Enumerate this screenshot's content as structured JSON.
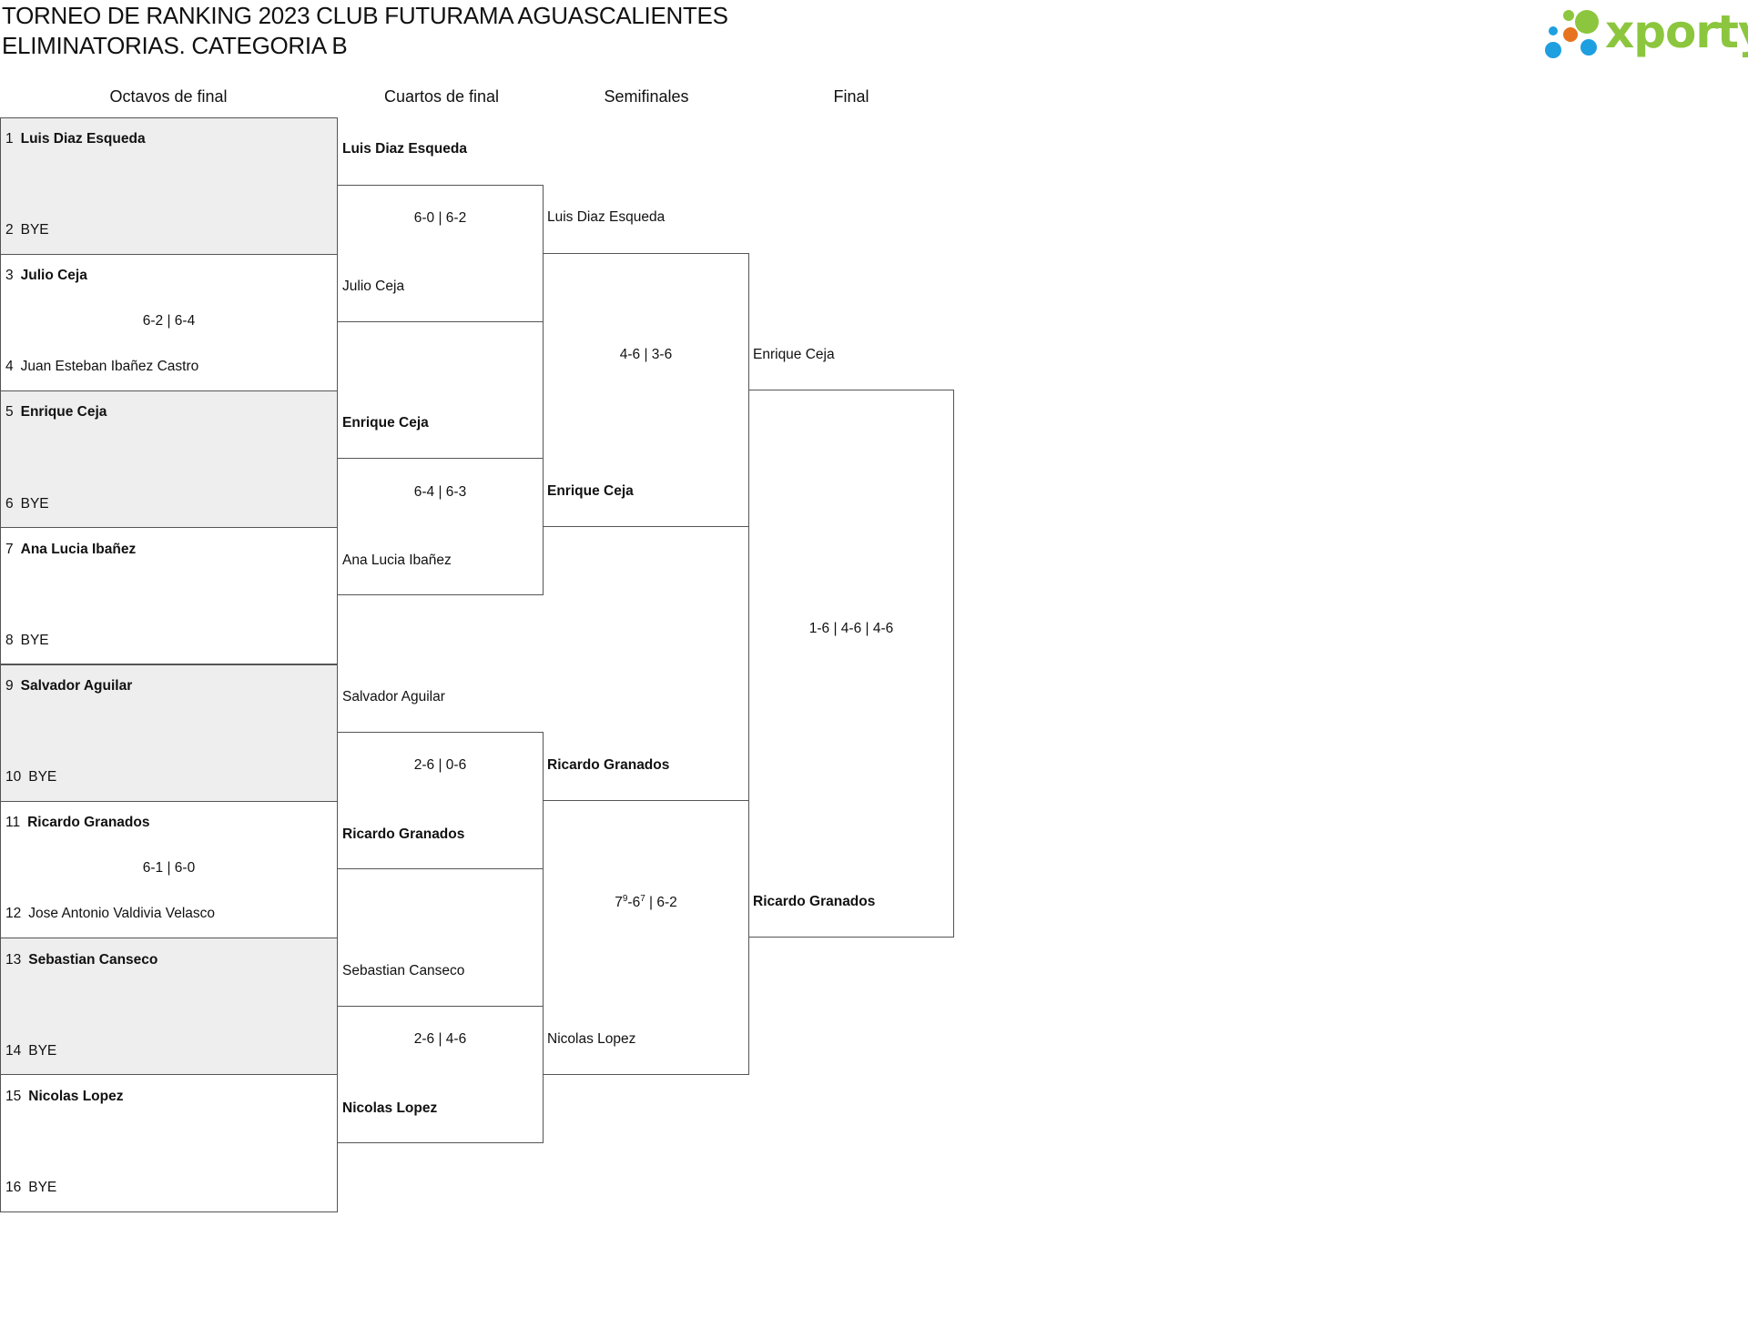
{
  "header": {
    "title_line1": "TORNEO DE RANKING 2023 CLUB FUTURAMA AGUASCALIENTES",
    "title_line2": "ELIMINATORIAS. CATEGORIA B",
    "logo_text": "xporty"
  },
  "rounds": [
    "Octavos de final",
    "Cuartos de final",
    "Semifinales",
    "Final"
  ],
  "r16": [
    {
      "seed_a": "1",
      "player_a": "Luis Diaz Esqueda",
      "seed_b": "2",
      "player_b": "BYE",
      "score": ""
    },
    {
      "seed_a": "3",
      "player_a": "Julio Ceja",
      "seed_b": "4",
      "player_b": "Juan Esteban Ibañez Castro",
      "score": "6-2 | 6-4"
    },
    {
      "seed_a": "5",
      "player_a": "Enrique Ceja",
      "seed_b": "6",
      "player_b": "BYE",
      "score": ""
    },
    {
      "seed_a": "7",
      "player_a": "Ana Lucia Ibañez",
      "seed_b": "8",
      "player_b": "BYE",
      "score": ""
    },
    {
      "seed_a": "9",
      "player_a": "Salvador Aguilar",
      "seed_b": "10",
      "player_b": "BYE",
      "score": ""
    },
    {
      "seed_a": "11",
      "player_a": "Ricardo Granados",
      "seed_b": "12",
      "player_b": "Jose Antonio Valdivia Velasco",
      "score": "6-1 | 6-0"
    },
    {
      "seed_a": "13",
      "player_a": "Sebastian Canseco",
      "seed_b": "14",
      "player_b": "BYE",
      "score": ""
    },
    {
      "seed_a": "15",
      "player_a": "Nicolas Lopez",
      "seed_b": "16",
      "player_b": "BYE",
      "score": ""
    }
  ],
  "qf": [
    {
      "player_a": "Luis Diaz Esqueda",
      "player_b": "Julio Ceja",
      "score": "6-0 | 6-2"
    },
    {
      "player_a": "Enrique Ceja",
      "player_b": "Ana Lucia Ibañez",
      "score": "6-4 | 6-3"
    },
    {
      "player_a": "Salvador Aguilar",
      "player_b": "Ricardo Granados",
      "score": "2-6 | 0-6"
    },
    {
      "player_a": "Sebastian Canseco",
      "player_b": "Nicolas Lopez",
      "score": "2-6 | 4-6"
    }
  ],
  "sf": [
    {
      "player_a": "Luis Diaz Esqueda",
      "player_b": "Enrique Ceja",
      "score": "4-6 | 3-6"
    },
    {
      "player_a": "Ricardo Granados",
      "player_b": "Nicolas Lopez",
      "score_a": "7",
      "score_a_tb": "9",
      "score_b": "6",
      "score_b_tb": "7",
      "score_rest": " | 6-2"
    }
  ],
  "final": {
    "player_a": "Enrique Ceja",
    "player_b": "Ricardo Granados",
    "score": "1-6 | 4-6 | 4-6"
  }
}
